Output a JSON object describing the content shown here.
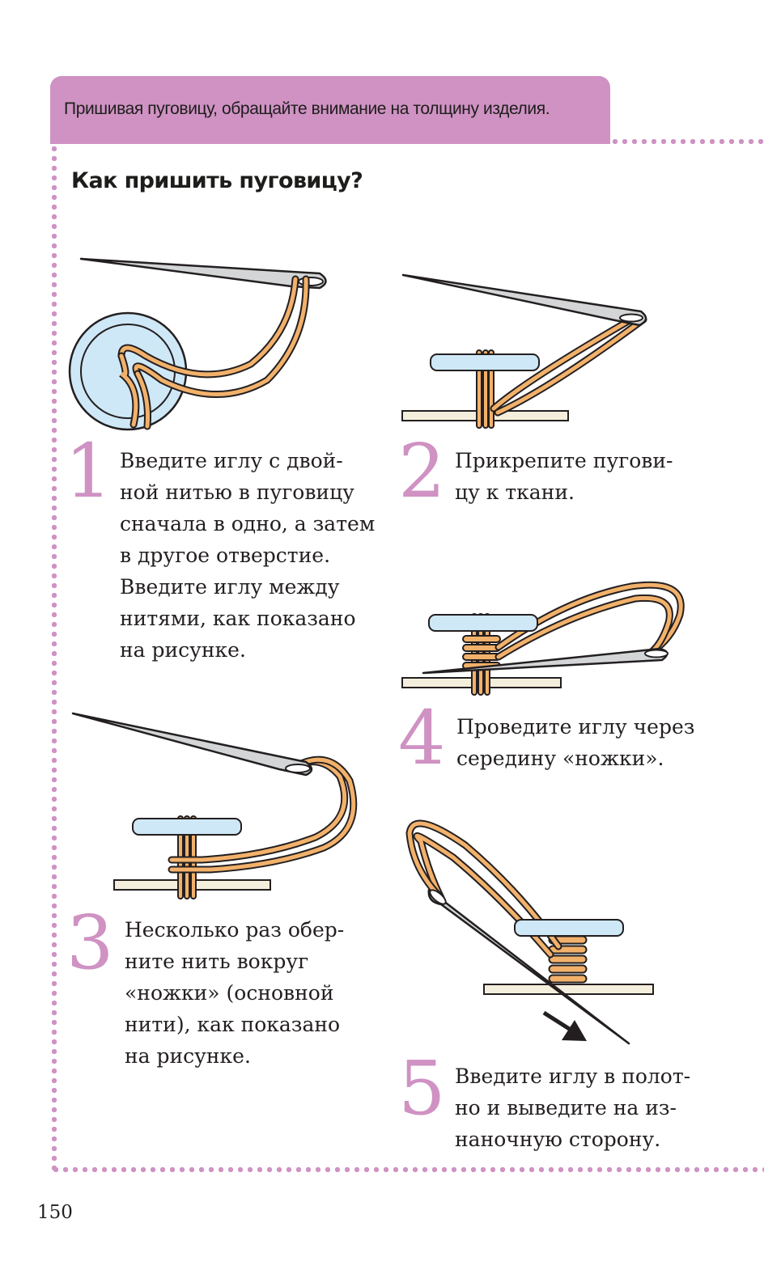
{
  "header": {
    "text": "Пришивая пуговицу, обращайте внимание на толщину изделия."
  },
  "title": "Как пришить пуговицу?",
  "steps": [
    {
      "number": "1",
      "text": "Введите иглу с двой-\nной нитью в пуговицу\nсначала в одно, а затем\nв другое отверстие.\nВведите иглу между\nнитями, как показано\nна рисунке."
    },
    {
      "number": "2",
      "text": "Прикрепите пугови-\nцу к ткани."
    },
    {
      "number": "3",
      "text": "Несколько раз обер-\nните нить вокруг\n«ножки» (основной\nнити), как показано\nна рисунке."
    },
    {
      "number": "4",
      "text": "Проведите иглу через\nсередину «ножки»."
    },
    {
      "number": "5",
      "text": "Введите иглу в полот-\nно и выведите на из-\nнаночную сторону."
    }
  ],
  "page_number": "150",
  "colors": {
    "accent": "#cf92c3",
    "thread": "#f2b16b",
    "button": "#cfe8f7",
    "fabric": "#f4efdc",
    "needle": "#c8cacc"
  }
}
